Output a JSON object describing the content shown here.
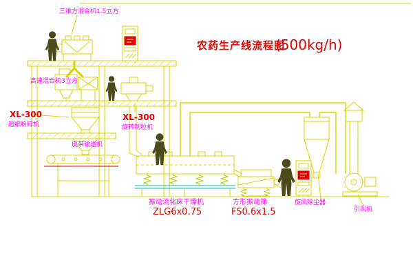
{
  "title": {
    "main": "农药生产线流程图",
    "capacity": "(500kg/h)"
  },
  "labels": {
    "mixer_top": "三维方混合机1.5立方",
    "high_speed_mixer": "高速混合机3立方",
    "mill_model": "XL-300",
    "mill_name": "超细粉碎机",
    "granulator_model": "XL-300",
    "granulator_name": "旋转制粒机",
    "belt_conveyor": "皮带输送机",
    "dryer_name": "振动流化床干燥机",
    "dryer_model": "ZLG6x0.75",
    "screen_name": "方形振动筛",
    "screen_model": "FS0.6x1.5",
    "cyclone": "旋风除尘器",
    "fan": "引风机"
  },
  "colors": {
    "line_yellow": "#ddd200",
    "text_red": "#e60000",
    "text_magenta": "#ff00ff",
    "figure_dark": "#4a4a1a",
    "base_cyan": "#00b8c8",
    "panel_red": "#e30000"
  }
}
